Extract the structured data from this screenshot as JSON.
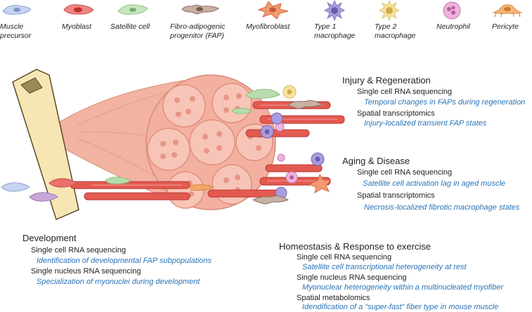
{
  "legend": [
    {
      "name": "muscle-precursor",
      "lines": [
        "Muscle",
        "precursor"
      ],
      "color": "#b9c8e8"
    },
    {
      "name": "myoblast",
      "lines": [
        "Myoblast"
      ],
      "color": "#e9706c"
    },
    {
      "name": "satellite-cell",
      "lines": [
        "Satellite cell"
      ],
      "color": "#b8dcae"
    },
    {
      "name": "fap",
      "lines": [
        "Fibro-adipogenic",
        "progenitor (FAP)"
      ],
      "color": "#b79a8e"
    },
    {
      "name": "myofibroblast",
      "lines": [
        "Myofibroblast"
      ],
      "color": "#f08a5d"
    },
    {
      "name": "type1-macrophage",
      "lines": [
        "Type 1",
        "macrophage"
      ],
      "color": "#9d8fd6"
    },
    {
      "name": "type2-macrophage",
      "lines": [
        "Type 2",
        "macrophage"
      ],
      "color": "#f3dc8a"
    },
    {
      "name": "neutrophil",
      "lines": [
        "Neutrophil"
      ],
      "color": "#dc8fc6"
    },
    {
      "name": "pericyte",
      "lines": [
        "Pericyte"
      ],
      "color": "#f3a766"
    }
  ],
  "sections": {
    "injury": {
      "title": "Injury & Regeneration",
      "items": [
        {
          "method": "Single cell RNA sequencing",
          "finding": "Temporal changes in FAPs during regeneration"
        },
        {
          "method": "Spatial transcriptomics",
          "finding": "Injury-localized transient FAP states"
        }
      ]
    },
    "aging": {
      "title": "Aging & Disease",
      "items": [
        {
          "method": "Single cell RNA sequencing",
          "finding": "Satellite cell activation lag in aged muscle"
        },
        {
          "method": "Spatial transcriptomics",
          "finding": "Necrosis-localized fibrotic macrophage states"
        }
      ]
    },
    "development": {
      "title": "Development",
      "items": [
        {
          "method": "Single cell RNA sequencing",
          "finding": "Identification of developmental FAP subpopulations"
        },
        {
          "method": "Single nucleus RNA sequencing",
          "finding": "Specialization of myonuclei during development"
        }
      ]
    },
    "homeostasis": {
      "title": "Homeostasis & Response to exercise",
      "items": [
        {
          "method": "Single cell RNA sequencing",
          "finding": "Satellite cell transcriptional heterogeneity at rest"
        },
        {
          "method": "Single nucleus RNA sequencing",
          "finding": "Myonuclear heterogeneity within a multinucleated myofiber"
        },
        {
          "method": "Spatial metabolomics",
          "finding": "Idendification of a “super-fast” fiber type in mouse muscle"
        }
      ]
    }
  }
}
